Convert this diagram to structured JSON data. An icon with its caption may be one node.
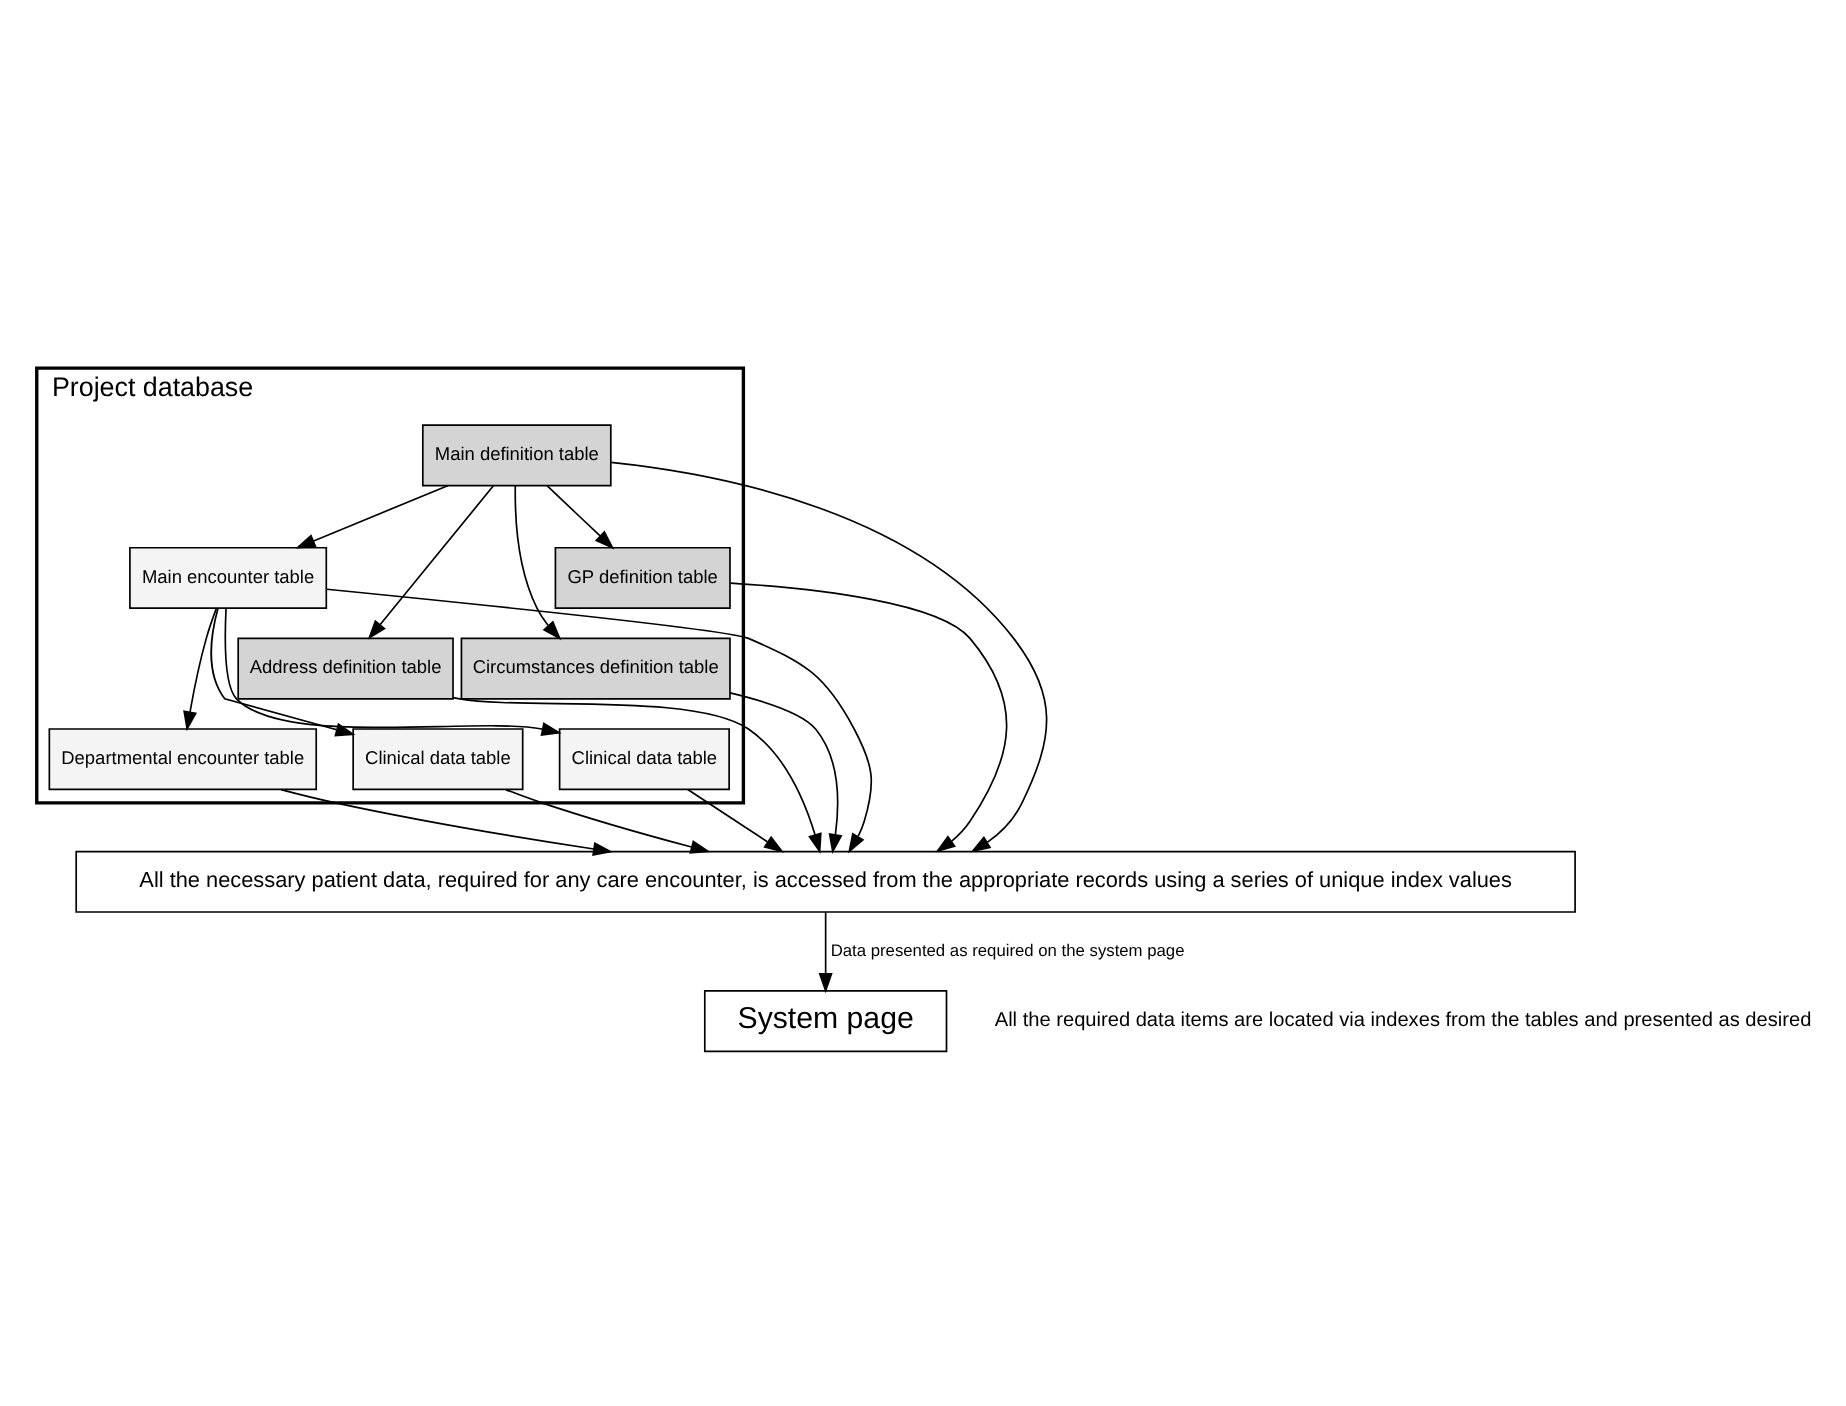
{
  "diagram": {
    "nodes": [
      {
        "text": [
          "Project database"
        ]
      },
      {
        "text": [
          "Main definition table"
        ],
        "in": 0
      },
      {
        "text": [
          "Address definition table"
        ],
        "in": 0
      },
      {
        "text": [
          "Circumstances definition table"
        ],
        "in": 0
      },
      {
        "text": [
          "GP definition table"
        ],
        "in": 0
      },
      {
        "text": [
          "Main encounter table"
        ],
        "in": 0
      },
      {
        "text": [
          "Departmental encounter table"
        ],
        "in": 0
      },
      {
        "text": [
          "Clinical data table"
        ],
        "in": 0
      },
      {
        "text": [
          "Clinical data table"
        ],
        "in": 0
      },
      {
        "text": [
          "All the necessary patient data, required for any care encounter, is accessed from the appropriate records using a series of unique index values"
        ]
      },
      {
        "text": [
          "System page"
        ],
        "beside": [
          "All the required data items are located via indexes from the tables and presented as desired"
        ]
      }
    ],
    "edges": [
      {
        "from": 1,
        "to": 5,
        "arrow": "to"
      },
      {
        "from": 1,
        "to": 2,
        "arrow": "to"
      },
      {
        "from": 1,
        "to": 3,
        "arrow": "to"
      },
      {
        "from": 1,
        "to": 4,
        "arrow": "to"
      },
      {
        "from": 5,
        "to": 6,
        "arrow": "to"
      },
      {
        "from": 5,
        "to": 7,
        "arrow": "to"
      },
      {
        "from": 5,
        "to": 8,
        "arrow": "to"
      },
      {
        "from": 4,
        "to": 9,
        "arrow": "to"
      },
      {
        "from": 3,
        "to": 9,
        "arrow": "to"
      },
      {
        "from": 2,
        "to": 9,
        "arrow": "to"
      },
      {
        "from": 1,
        "to": 9,
        "arrow": "to"
      },
      {
        "from": 8,
        "to": 9,
        "arrow": "to"
      },
      {
        "from": 7,
        "to": 9,
        "arrow": "to"
      },
      {
        "from": 6,
        "to": 9,
        "arrow": "to"
      },
      {
        "from": 5,
        "to": 9,
        "arrow": "to"
      },
      {
        "from": 9,
        "to": 10,
        "label": "Data presented as required on the system page",
        "arrow": "to"
      }
    ]
  }
}
